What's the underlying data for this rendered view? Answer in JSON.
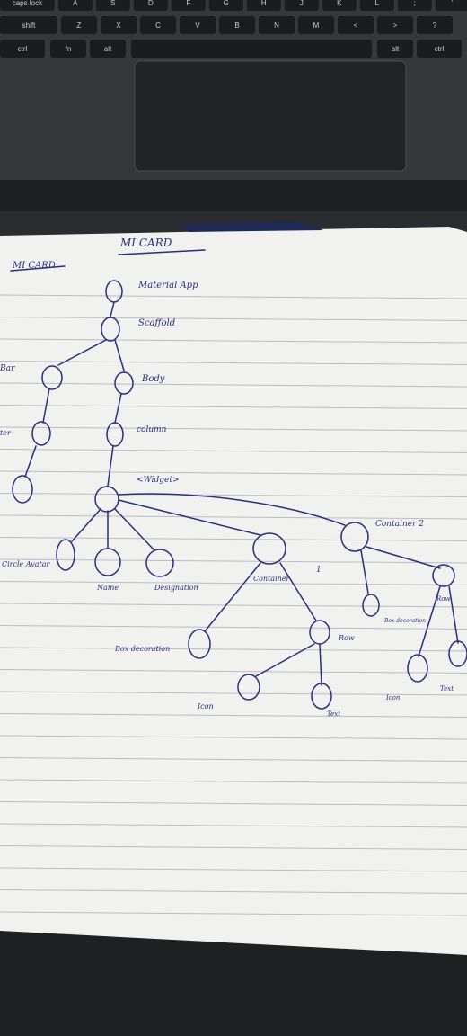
{
  "keyboard": {
    "row1": [
      "caps lock",
      "A",
      "S",
      "D",
      "F",
      "G",
      "H",
      "J",
      "K",
      "L",
      ";",
      "'"
    ],
    "row2": [
      "shift",
      "Z",
      "X",
      "C",
      "V",
      "B",
      "N",
      "M",
      "<",
      ">",
      "?"
    ],
    "row3": [
      "ctrl",
      "fn",
      "alt",
      "alt",
      "ctrl"
    ]
  },
  "notebook": {
    "title": "MI CARD",
    "corner_title": "MI CARD",
    "nodes": {
      "material_app": "Material App",
      "scaffold": "Scaffold",
      "appbar": "Bar",
      "body": "Body",
      "left_mid": "ter",
      "column": "column",
      "widget": "<Widget>",
      "circle_avatar": "Circle Avatar",
      "name": "Name",
      "designation": "Designation",
      "container1": "Container",
      "container2": "Container 2",
      "box_decoration1": "Box decoration",
      "row1": "Row",
      "icon1": "Icon",
      "text1": "Text",
      "box_decoration2": "Box decoration",
      "row2": "Row",
      "icon2": "Icon",
      "text2": "Text",
      "mark": "1"
    }
  }
}
